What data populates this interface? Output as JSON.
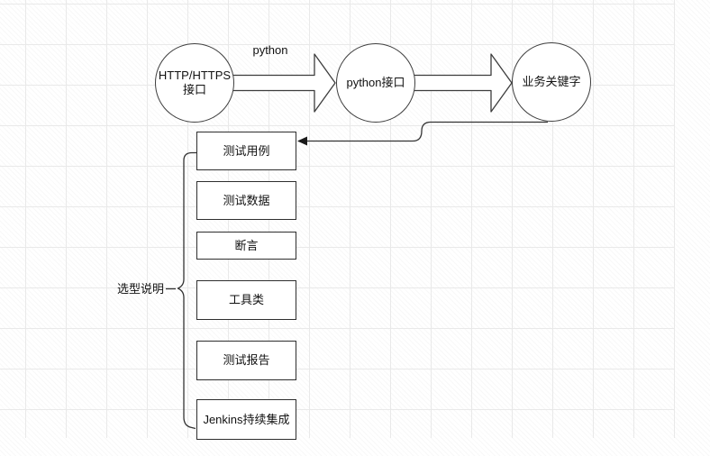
{
  "diagram": {
    "pipeline": {
      "node1": {
        "line1": "HTTP/HTTPS",
        "line2": "接口"
      },
      "arrow1_label": "python",
      "node2": "python接口",
      "node3": "业务关键字"
    },
    "selection": {
      "label": "选型说明",
      "items": [
        "测试用例",
        "测试数据",
        "断言",
        "工具类",
        "测试报告",
        "Jenkins持续集成"
      ]
    },
    "colors": {
      "shape_stroke": "#3d3d3d",
      "box_stroke": "#2e2e2e",
      "connector": "#333333",
      "grid_line": "#e9e9e9",
      "text": "#111111",
      "fill": "#ffffff"
    }
  }
}
